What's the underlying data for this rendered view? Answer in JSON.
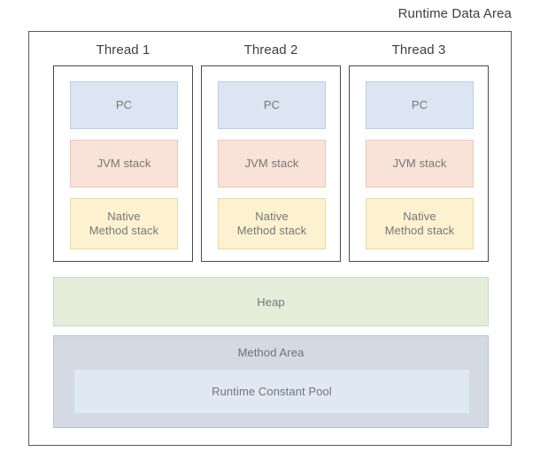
{
  "diagram": {
    "title": "Runtime Data Area",
    "threads": [
      {
        "title": "Thread 1",
        "regions": [
          {
            "label": "PC",
            "color": "#dce6f2"
          },
          {
            "label": "JVM stack",
            "color": "#f9e3d9"
          },
          {
            "label": "Native\nMethod stack",
            "line1": "Native",
            "line2": "Method stack",
            "color": "#fcf2cf"
          }
        ]
      },
      {
        "title": "Thread 2",
        "regions": [
          {
            "label": "PC",
            "color": "#dce6f2"
          },
          {
            "label": "JVM stack",
            "color": "#f9e3d9"
          },
          {
            "label": "Native\nMethod stack",
            "line1": "Native",
            "line2": "Method stack",
            "color": "#fcf2cf"
          }
        ]
      },
      {
        "title": "Thread 3",
        "regions": [
          {
            "label": "PC",
            "color": "#dce6f2"
          },
          {
            "label": "JVM stack",
            "color": "#f9e3d9"
          },
          {
            "label": "Native\nMethod stack",
            "line1": "Native",
            "line2": "Method stack",
            "color": "#fcf2cf"
          }
        ]
      }
    ],
    "heap": {
      "label": "Heap",
      "color": "#e3edda"
    },
    "method_area": {
      "label": "Method Area",
      "color": "#d4dae4",
      "runtime_constant_pool": {
        "label": "Runtime Constant Pool",
        "color": "#dfe8f3"
      }
    }
  }
}
